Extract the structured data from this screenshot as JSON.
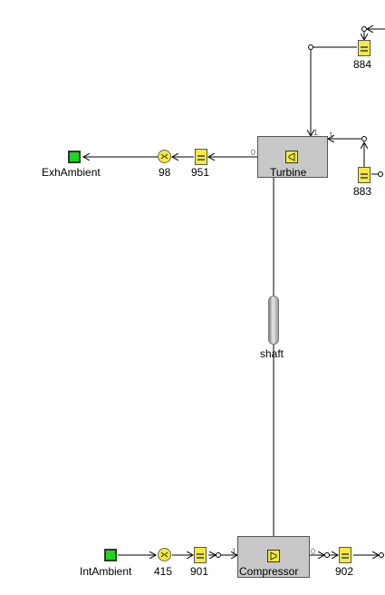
{
  "components": {
    "turbine": {
      "label": "Turbine",
      "port_in": "0",
      "port_top": "1",
      "port_right": "1"
    },
    "compressor": {
      "label": "Compressor",
      "port_in": "1",
      "port_out": "0"
    },
    "shaft": {
      "label": "shaft"
    },
    "exh_ambient": {
      "label": "ExhAmbient"
    },
    "int_ambient": {
      "label": "IntAmbient"
    },
    "n98": {
      "label": "98"
    },
    "n951": {
      "label": "951"
    },
    "n884": {
      "label": "884"
    },
    "n883": {
      "label": "883"
    },
    "n415": {
      "label": "415"
    },
    "n901": {
      "label": "901"
    },
    "n902": {
      "label": "902"
    }
  }
}
